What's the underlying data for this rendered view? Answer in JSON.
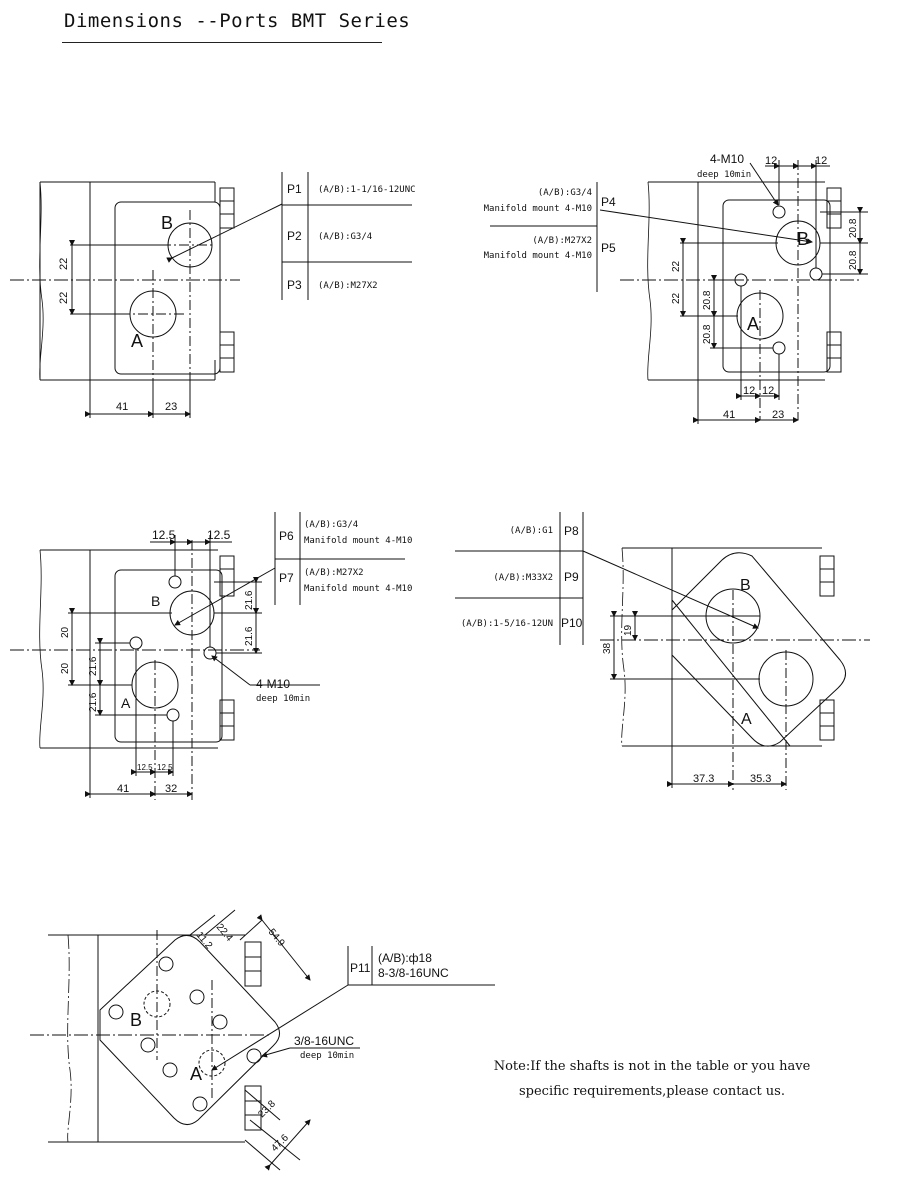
{
  "title": "Dimensions --Ports BMT Series",
  "note": {
    "line1": "Note:If the shafts is not in the table or you have",
    "line2": "specific requirements,please contact us."
  },
  "view1": {
    "ports": [
      {
        "code": "P1",
        "spec": "(A/B):1-1/16-12UNC"
      },
      {
        "code": "P2",
        "spec": "(A/B):G3/4"
      },
      {
        "code": "P3",
        "spec": "(A/B):M27X2"
      }
    ],
    "port_a": "A",
    "port_b": "B",
    "dims": {
      "v_upper": "22",
      "v_lower": "22",
      "h_left": "41",
      "h_right": "23"
    }
  },
  "view2": {
    "ports": [
      {
        "code": "P4",
        "spec": "(A/B):G3/4",
        "mount": "Manifold mount 4-M10"
      },
      {
        "code": "P5",
        "spec": "(A/B):M27X2",
        "mount": "Manifold mount 4-M10"
      }
    ],
    "thread": "4-M10",
    "thread_depth": "deep 10min",
    "port_a": "A",
    "port_b": "B",
    "dims": {
      "top_l": "12",
      "top_r": "12",
      "right_upper": "20.8",
      "right_lower": "20.8",
      "left_upper": "22",
      "left_lower": "22",
      "inner_upper": "20.8",
      "inner_lower": "20.8",
      "bot_l": "12",
      "bot_r": "12",
      "h_left": "41",
      "h_right": "23"
    }
  },
  "view3": {
    "ports": [
      {
        "code": "P6",
        "spec": "(A/B):G3/4",
        "mount": "Manifold mount 4-M10"
      },
      {
        "code": "P7",
        "spec": "(A/B):M27X2",
        "mount": "Manifold mount 4-M10"
      }
    ],
    "thread": "4-M10",
    "thread_depth": "deep 10min",
    "port_a": "A",
    "port_b": "B",
    "dims": {
      "top_l": "12.5",
      "top_r": "12.5",
      "right_upper": "21.6",
      "right_lower": "21.6",
      "left_upper": "20",
      "left_lower": "20",
      "inner_upper": "21.6",
      "inner_lower": "21.6",
      "bot_l": "12.5",
      "bot_r": "12.5",
      "h_left": "41",
      "h_right": "32"
    }
  },
  "view4": {
    "ports": [
      {
        "code": "P8",
        "spec": "(A/B):G1"
      },
      {
        "code": "P9",
        "spec": "(A/B):M33X2"
      },
      {
        "code": "P10",
        "spec": "(A/B):1-5/16-12UN"
      }
    ],
    "port_a": "A",
    "port_b": "B",
    "dims": {
      "v_outer": "38",
      "v_inner": "19",
      "h_left": "37.3",
      "h_right": "35.3"
    }
  },
  "view5": {
    "port": {
      "code": "P11",
      "spec": "(A/B):ф18",
      "thread": "8-3/8-16UNC"
    },
    "thread": "3/8-16UNC",
    "thread_depth": "deep 10min",
    "port_a": "A",
    "port_b": "B",
    "dims": {
      "d1": "11.2",
      "d2": "22.4",
      "d3": "54.9",
      "d4": "23.8",
      "d5": "47.6"
    }
  }
}
